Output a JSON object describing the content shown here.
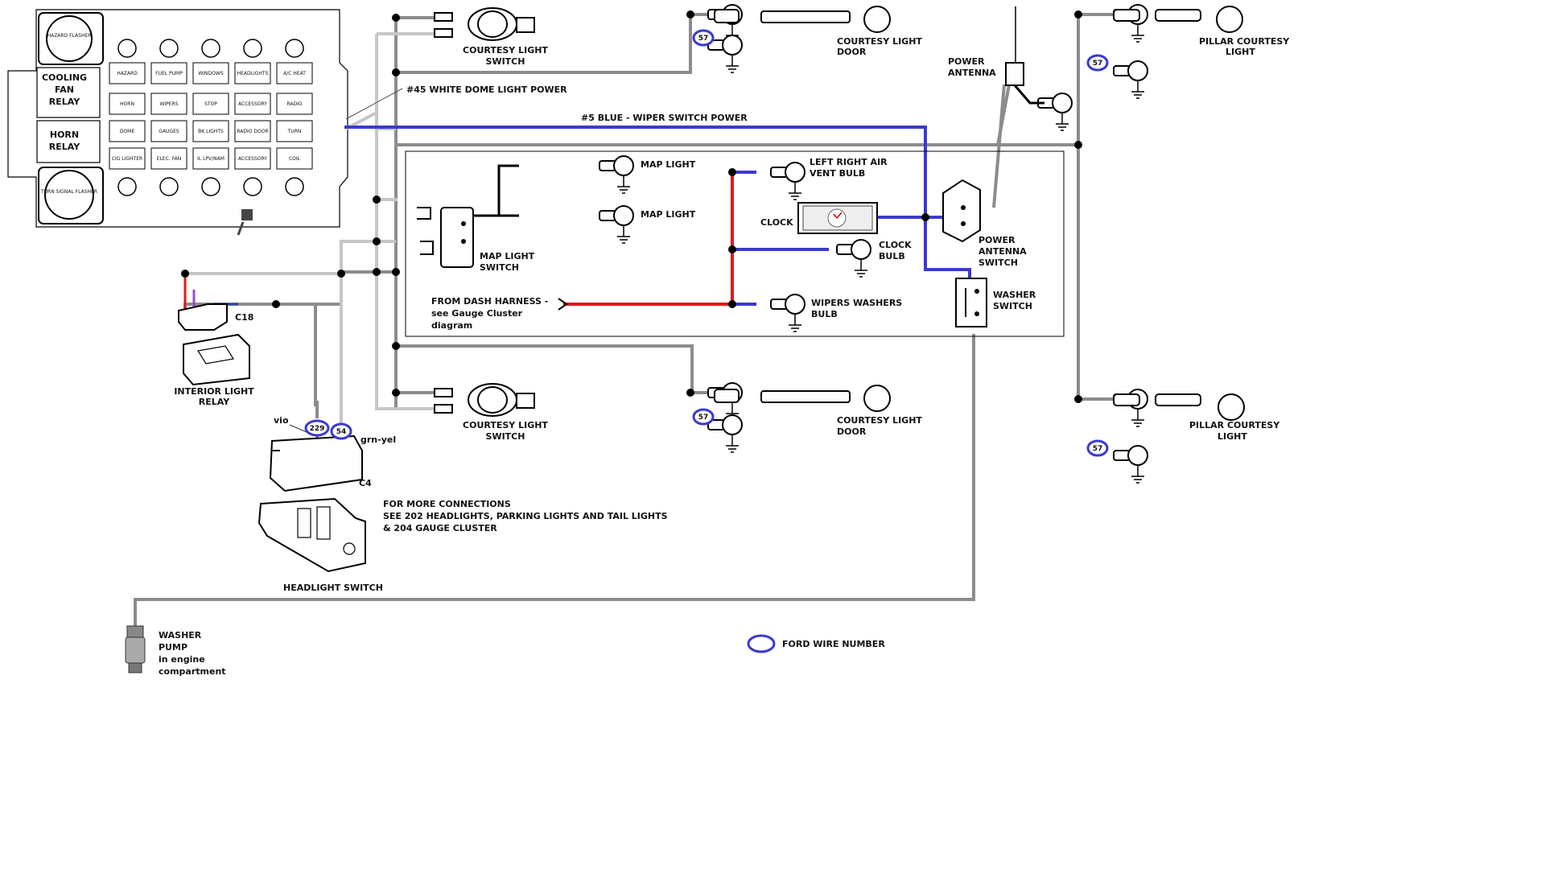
{
  "fuse_panel": {
    "hazard_flasher": "HAZARD FLASHER",
    "cooling_fan_relay": [
      "COOLING",
      "FAN",
      "RELAY"
    ],
    "horn_relay": [
      "HORN",
      "RELAY"
    ],
    "turn_signal_flasher": "TURN SIGNAL FLASHER",
    "fuse_labels": [
      "HAZARD",
      "FUEL PUMP",
      "WINDOWS",
      "HEADLIGHTS",
      "A/C HEAT",
      "HORN",
      "WIPERS",
      "STOP",
      "ACCESSORY",
      "RADIO",
      "DOME",
      "GAUGES",
      "BK LIGHTS",
      "RADIO DOOR",
      "TURN",
      "CIG LIGHTER",
      "ELEC. FAN",
      "IL LPV/NAM",
      "ACCESSORY",
      "COIL"
    ]
  },
  "wires": {
    "white_dome": "#45 WHITE DOME LIGHT POWER",
    "blue_wiper": "#5 BLUE - WIPER SWITCH POWER"
  },
  "components": {
    "courtesy_switch_top": [
      "COURTESY LIGHT",
      "SWITCH"
    ],
    "courtesy_door_top": [
      "COURTESY LIGHT",
      "DOOR"
    ],
    "power_antenna": [
      "POWER",
      "ANTENNA"
    ],
    "pillar_top": [
      "PILLAR COURTESY",
      "LIGHT"
    ],
    "map_light_1": "MAP LIGHT",
    "map_light_2": "MAP LIGHT",
    "map_light_switch": [
      "MAP LIGHT",
      "SWITCH"
    ],
    "vent_bulb": [
      "LEFT RIGHT AIR",
      "VENT BULB"
    ],
    "clock": "CLOCK",
    "clock_bulb": [
      "CLOCK",
      "BULB"
    ],
    "power_antenna_switch": [
      "POWER",
      "ANTENNA",
      "SWITCH"
    ],
    "washer_switch": [
      "WASHER",
      "SWITCH"
    ],
    "from_dash": [
      "FROM DASH HARNESS -",
      "see Gauge Cluster",
      "diagram"
    ],
    "wipers_bulb": [
      "WIPERS  WASHERS",
      "BULB"
    ],
    "c18": "C18",
    "interior_relay": [
      "INTERIOR LIGHT",
      "RELAY"
    ],
    "courtesy_switch_bottom": [
      "COURTESY LIGHT",
      "SWITCH"
    ],
    "courtesy_door_bottom": [
      "COURTESY LIGHT",
      "DOOR"
    ],
    "pillar_bottom": [
      "PILLAR COURTESY",
      "LIGHT"
    ],
    "vio": "vio",
    "grn_yel": "grn-yel",
    "c4": "C4",
    "more_connections": [
      "FOR MORE CONNECTIONS",
      "SEE 202 HEADLIGHTS, PARKING LIGHTS AND TAIL LIGHTS",
      "& 204 GAUGE CLUSTER"
    ],
    "headlight_switch": "HEADLIGHT SWITCH",
    "washer_pump": [
      "WASHER",
      "PUMP",
      "in engine",
      "compartment"
    ]
  },
  "wire_numbers": {
    "n57": "57",
    "n229": "229",
    "n54": "54"
  },
  "legend": {
    "ford_wire_number": "FORD WIRE NUMBER",
    "ring_color": "#3a3ad0"
  },
  "wire_colors": {
    "gray": "#8c8c8c",
    "light_gray": "#c6c6c6",
    "blue": "#3a3ad0",
    "red": "#e01a1a",
    "violet": "#9b4dca",
    "green": "#2aa52a"
  }
}
